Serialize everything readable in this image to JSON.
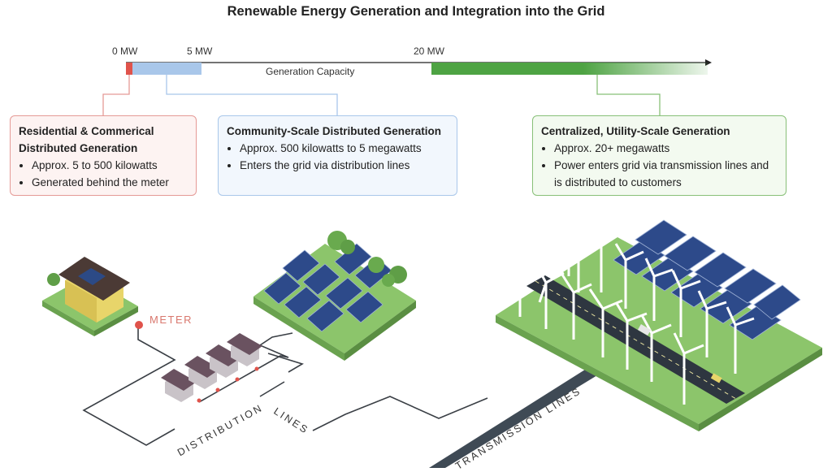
{
  "title": "Renewable Energy Generation and Integration into the Grid",
  "scale": {
    "ticks": [
      "0 MW",
      "5 MW",
      "20 MW"
    ],
    "label": "Generation Capacity",
    "colors": {
      "residential": "#e0534b",
      "community": "#a9c7ea",
      "utility": "#4ea343"
    }
  },
  "boxes": [
    {
      "title": "Residential & Commerical Distributed Generation",
      "bullets": [
        "Approx. 5 to 500 kilowatts",
        "Generated behind the meter"
      ]
    },
    {
      "title": "Community-Scale Distributed Generation",
      "bullets": [
        "Approx. 500 kilowatts to 5 megawatts",
        "Enters the grid via distribution lines"
      ]
    },
    {
      "title": "Centralized, Utility-Scale Generation",
      "bullets": [
        "Approx. 20+ megawatts",
        "Power enters grid via transmission lines and is distributed to customers"
      ]
    }
  ],
  "labels": {
    "meter": "METER",
    "distribution": "DISTRIBUTION",
    "lines": "LINES",
    "transmission": "TRANSMISSION LINES"
  }
}
